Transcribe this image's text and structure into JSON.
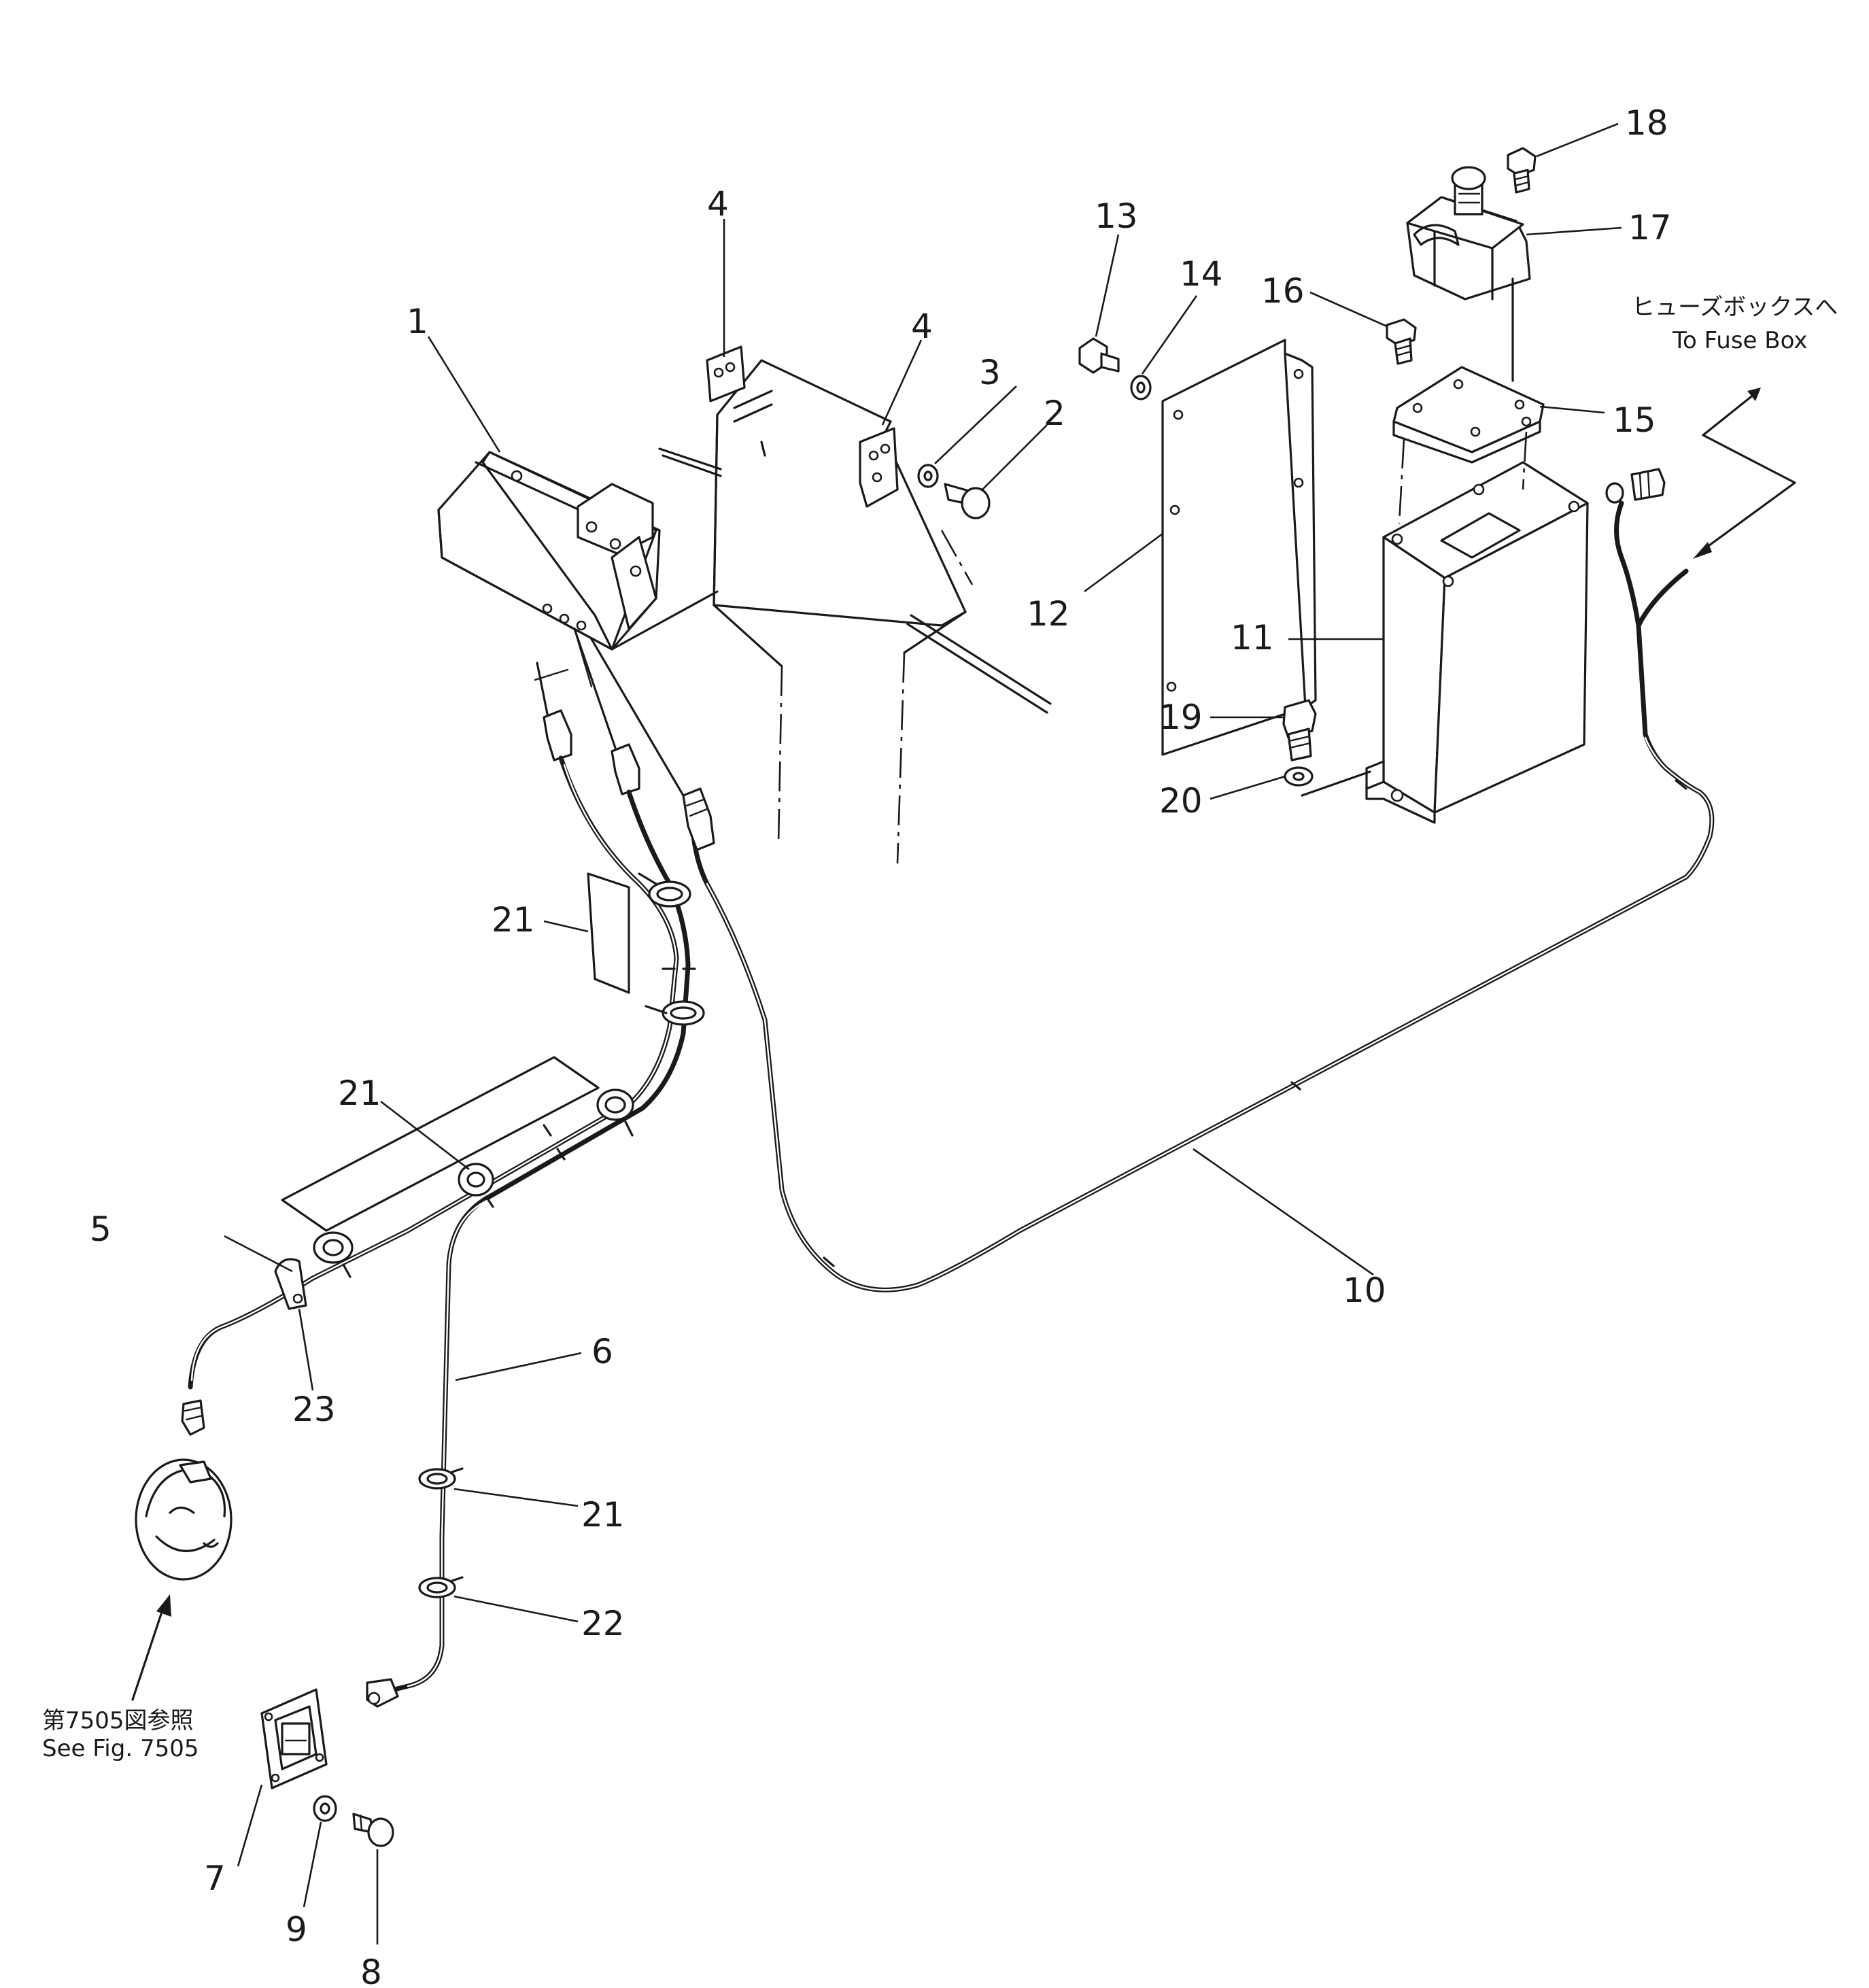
{
  "diagram": {
    "part_numbers": {
      "p1": "1",
      "p2": "2",
      "p3": "3",
      "p4a": "4",
      "p4b": "4",
      "p5": "5",
      "p6": "6",
      "p7": "7",
      "p8": "8",
      "p9": "9",
      "p10": "10",
      "p11": "11",
      "p12": "12",
      "p13": "13",
      "p14": "14",
      "p15": "15",
      "p16": "16",
      "p17": "17",
      "p18": "18",
      "p19": "19",
      "p20": "20",
      "p21a": "21",
      "p21b": "21",
      "p21c": "21",
      "p22": "22",
      "p23": "23"
    },
    "notes": {
      "fuse_box_jp": "ヒューズボックスへ",
      "fuse_box_en": "To Fuse Box",
      "see_fig_jp": "第7505図参照",
      "see_fig_en": "See  Fig.  7505"
    }
  }
}
